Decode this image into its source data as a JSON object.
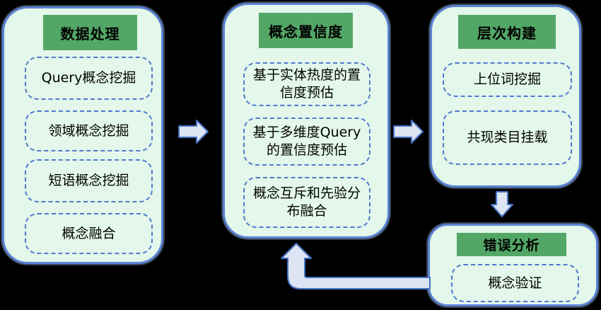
{
  "colors": {
    "panel_fill": "#e3f7ea",
    "panel_border": "#5b82d4",
    "header_fill": "#53a766",
    "header_text": "#000000",
    "item_border": "#4f7ad0",
    "item_text": "#000000",
    "arrow_fill": "#dde4f3",
    "arrow_border": "#4472c4",
    "canvas_bg": "#000000"
  },
  "panels": [
    {
      "id": "data-processing",
      "header": "数据处理",
      "items": [
        "Query概念挖掘",
        "领域概念挖掘",
        "短语概念挖掘",
        "概念融合"
      ]
    },
    {
      "id": "concept-confidence",
      "header": "概念置信度",
      "items": [
        "基于实体热度的置信度预估",
        "基于多维度Query的置信度预估",
        "概念互斥和先验分布融合"
      ]
    },
    {
      "id": "hierarchy-construction",
      "header": "层次构建",
      "items": [
        "上位词挖掘",
        "共现类目挂载"
      ]
    },
    {
      "id": "error-analysis",
      "header": "错误分析",
      "items": [
        "概念验证"
      ]
    }
  ],
  "icons": {
    "flow_left_to_middle": "right-block-arrow",
    "flow_middle_to_right": "right-block-arrow",
    "flow_right_to_error": "down-block-arrow",
    "flow_error_to_middle": "elbow-up-block-arrow"
  }
}
